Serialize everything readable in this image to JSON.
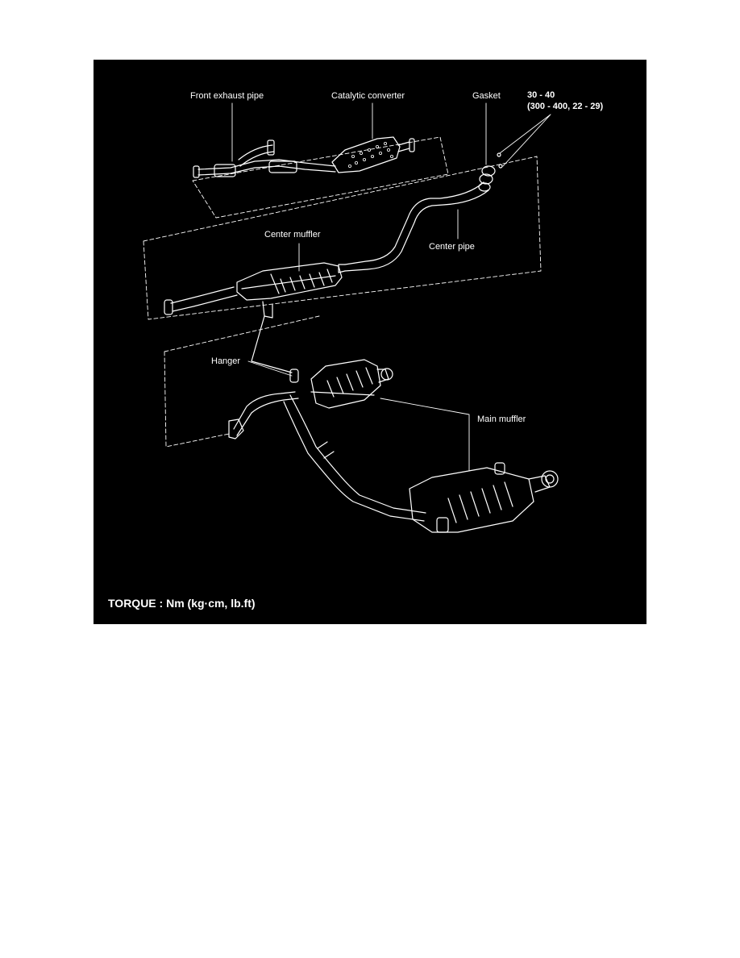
{
  "diagram": {
    "labels": {
      "front_exhaust_pipe": "Front exhaust pipe",
      "catalytic_converter": "Catalytic converter",
      "gasket": "Gasket",
      "torque_value_line1": "30 - 40",
      "torque_value_line2": "(300 - 400, 22 - 29)",
      "center_muffler": "Center muffler",
      "center_pipe": "Center pipe",
      "hanger": "Hanger",
      "main_muffler": "Main muffler"
    },
    "torque_unit_note": "TORQUE : Nm (kg·cm, lb.ft)"
  },
  "colors": {
    "background": "#000000",
    "lines": "#ffffff",
    "page": "#ffffff"
  }
}
